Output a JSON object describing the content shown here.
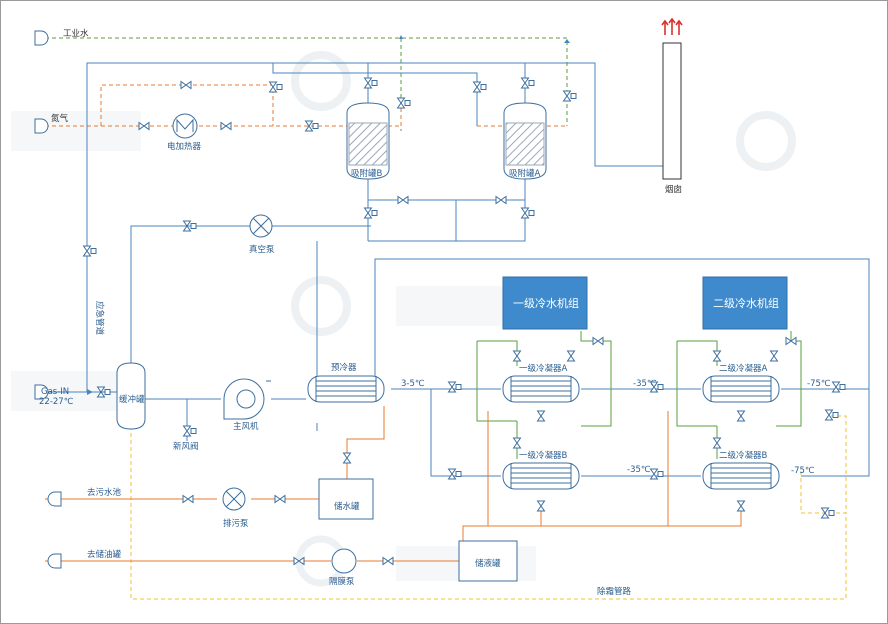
{
  "inlets": {
    "industrial_water": "工业水",
    "nitrogen": "氮气",
    "gas_in_line1": "Gas-IN",
    "gas_in_line2": "22-27℃",
    "sewage_pool": "去污水池",
    "oil_tank": "去储油罐"
  },
  "equipment": {
    "electric_heater": "电加热器",
    "adsorber_b": "吸附罐B",
    "adsorber_a": "吸附罐A",
    "chimney": "烟囱",
    "vacuum_pump": "真空泵",
    "buffer_tank": "缓冲罐",
    "fresh_air_valve": "新风阀",
    "main_fan": "主风机",
    "precooler": "预冷器",
    "water_tank": "储水罐",
    "sewage_pump": "排污泵",
    "diaphragm_pump": "隔膜泵",
    "liquid_tank": "储液罐",
    "chiller1": "一级冷水机组",
    "chiller2": "二级冷水机组",
    "cond1a": "一级冷凝器A",
    "cond1b": "一级冷凝器B",
    "cond2a": "二级冷凝器A",
    "cond2b": "二级冷凝器B"
  },
  "lines": {
    "bypass_pipe": "应急管道",
    "defrost_pipe": "除霜管路"
  },
  "temps": {
    "t1": "3-5℃",
    "t2": "-35℃",
    "t3": "-35℃",
    "t4": "-75℃",
    "t5": "-75℃"
  },
  "colors": {
    "gas_line": "#4a86bd",
    "water_line": "#5aa13b",
    "nitrogen_line": "#e8782f",
    "defrost_line": "#f0c030",
    "liquid_line": "#e8782f",
    "chiller_box": "#3e8acc"
  }
}
